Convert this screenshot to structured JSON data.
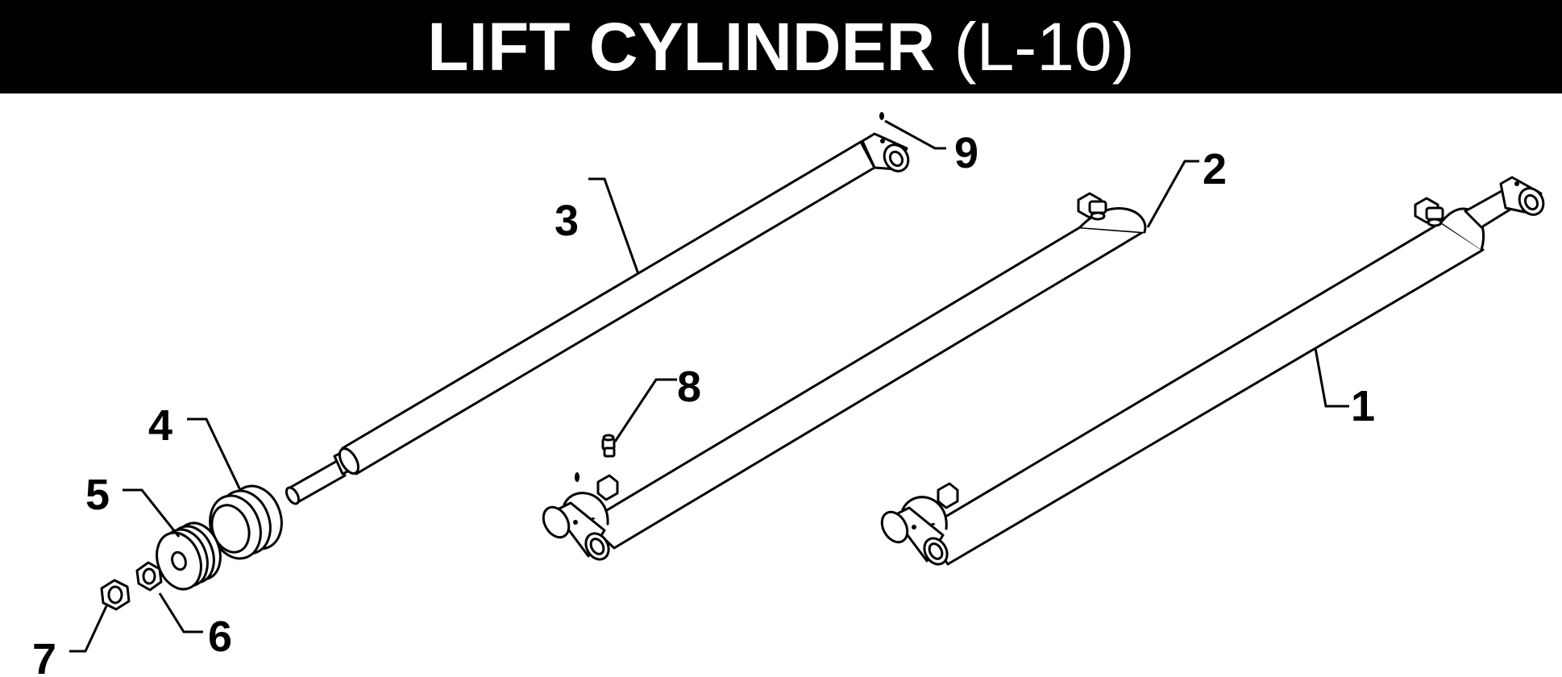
{
  "header": {
    "title_bold": "LIFT CYLINDER",
    "title_model": "(L-10)",
    "background_color": "#000000",
    "text_color": "#ffffff"
  },
  "callouts": {
    "c1": "1",
    "c2": "2",
    "c3": "3",
    "c4": "4",
    "c5": "5",
    "c6": "6",
    "c7": "7",
    "c8": "8",
    "c9": "9"
  }
}
